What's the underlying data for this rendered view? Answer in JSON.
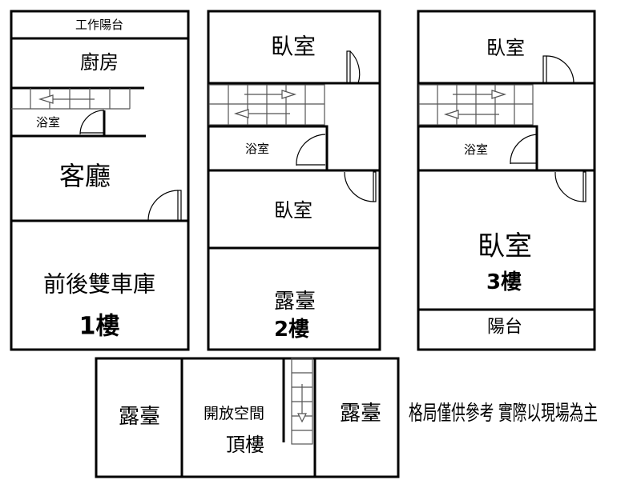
{
  "floor1": {
    "balcony": "工作陽台",
    "kitchen": "廚房",
    "bath": "浴室",
    "living": "客廳",
    "garage": "前後雙車庫",
    "level": "1樓"
  },
  "floor2": {
    "bedroom_top": "臥室",
    "bath": "浴室",
    "bedroom_mid": "臥室",
    "terrace": "露臺",
    "level": "2樓"
  },
  "floor3": {
    "bedroom_top": "臥室",
    "bath": "浴室",
    "bedroom_main": "臥室",
    "level": "3樓",
    "balcony": "陽台"
  },
  "roof": {
    "terrace_left": "露臺",
    "open_space": "開放空間",
    "level": "頂樓",
    "terrace_right": "露臺"
  },
  "note": "格局僅供參考 實際以現場為主"
}
